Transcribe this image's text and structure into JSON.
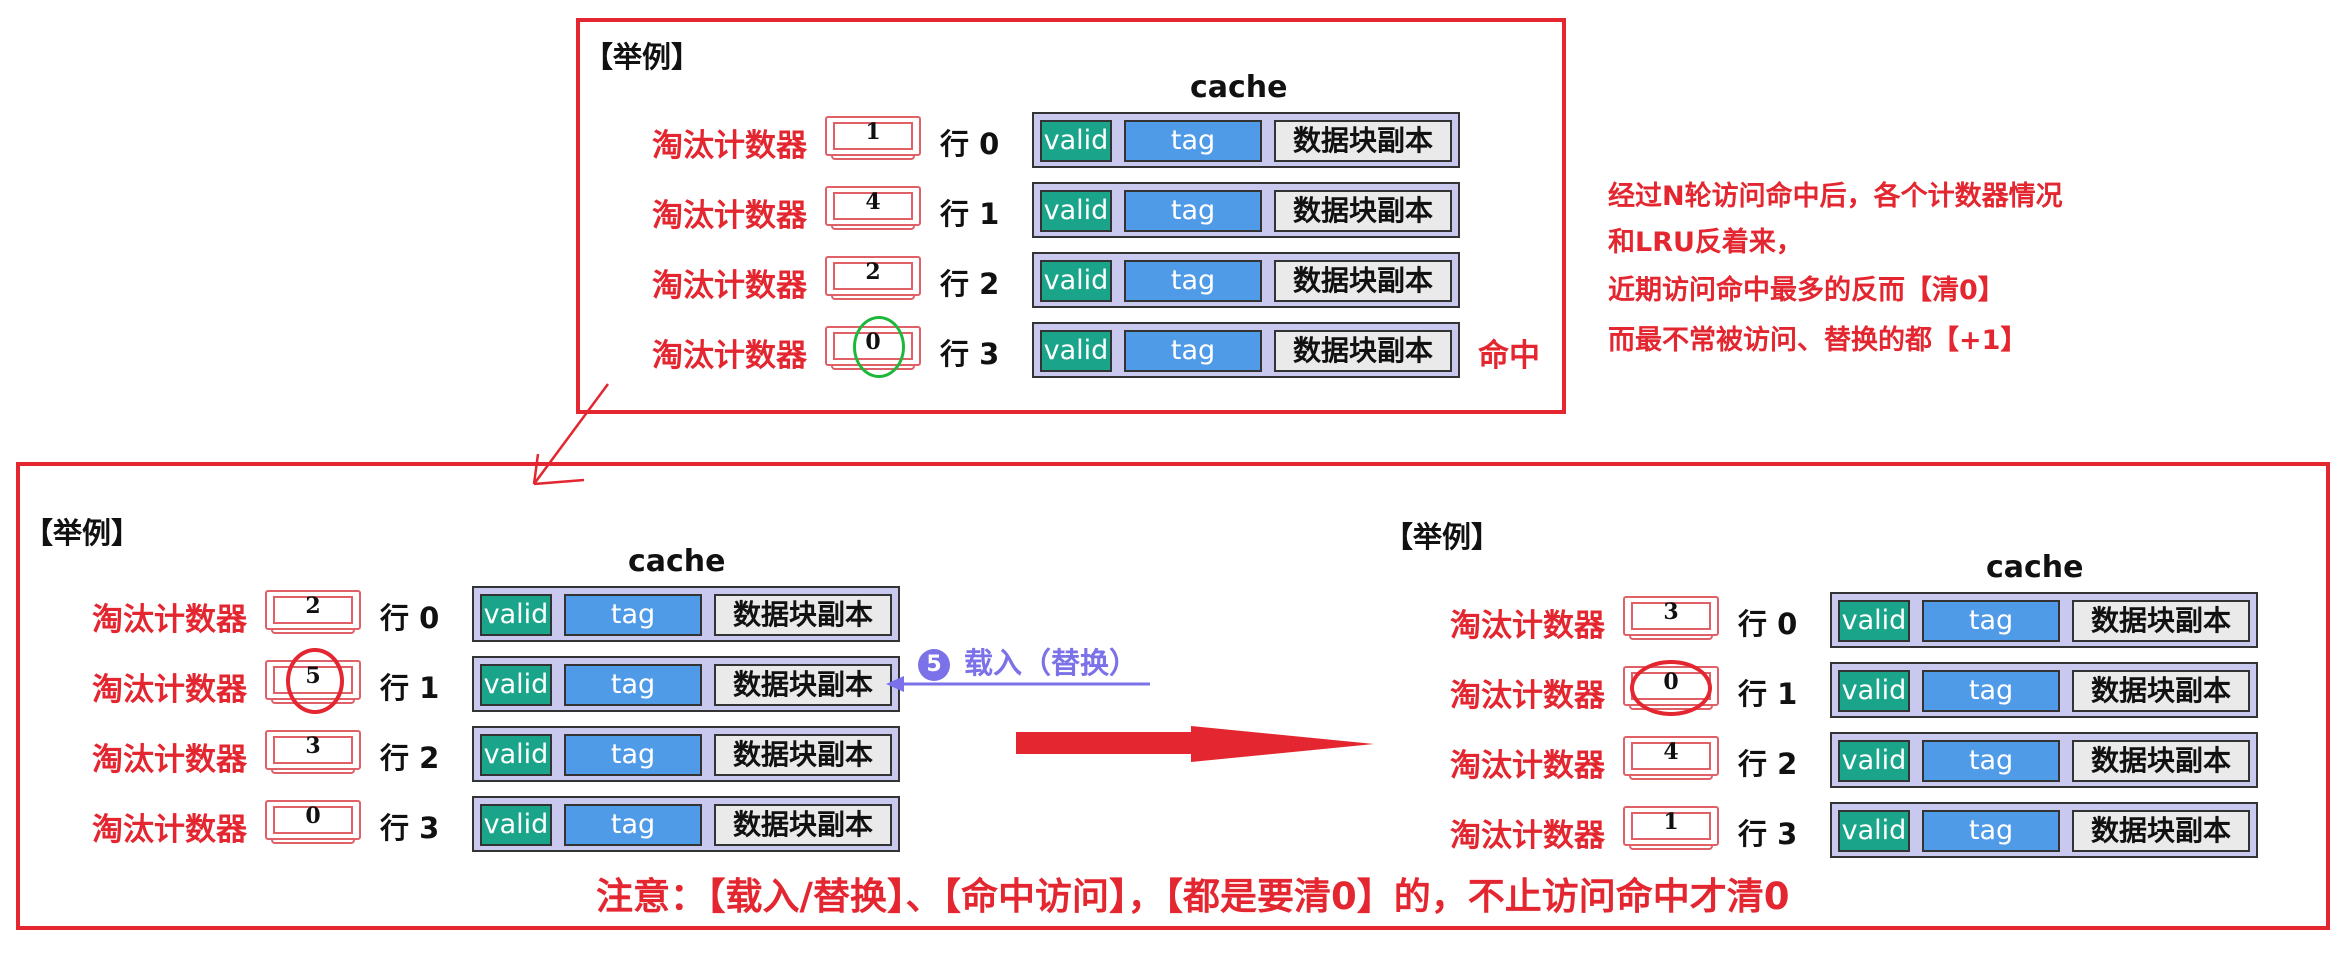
{
  "example_title": "【举例】",
  "cache_title": "cache",
  "counter_label": "淘汰计数器",
  "field_valid": "valid",
  "field_tag": "tag",
  "field_data": "数据块副本",
  "hit_label": "命中",
  "line_labels": [
    "行 0",
    "行 1",
    "行 2",
    "行 3"
  ],
  "top_counters": [
    "1",
    "4",
    "2",
    "0"
  ],
  "left_counters": [
    "2",
    "5",
    "3",
    "0"
  ],
  "right_counters": [
    "3",
    "0",
    "4",
    "1"
  ],
  "right_note": [
    "经过N轮访问命中后，各个计数器情况",
    "和LRU反着来，",
    "近期访问命中最多的反而【清0】",
    "而最不常被访问、替换的都【+1】"
  ],
  "step_badge": "5",
  "step_text": "载入（替换）",
  "bottom_note": "注意：【载入/替换】、【命中访问】，【都是要清0】的，不止访问命中才清0",
  "colors": {
    "frame_red": "#e3262f",
    "valid_green": "#1aa58a",
    "tag_blue": "#4f9be8",
    "line_purple": "#c9c9f0",
    "highlight_green": "#1db83a",
    "step_purple": "#7b71e8"
  }
}
